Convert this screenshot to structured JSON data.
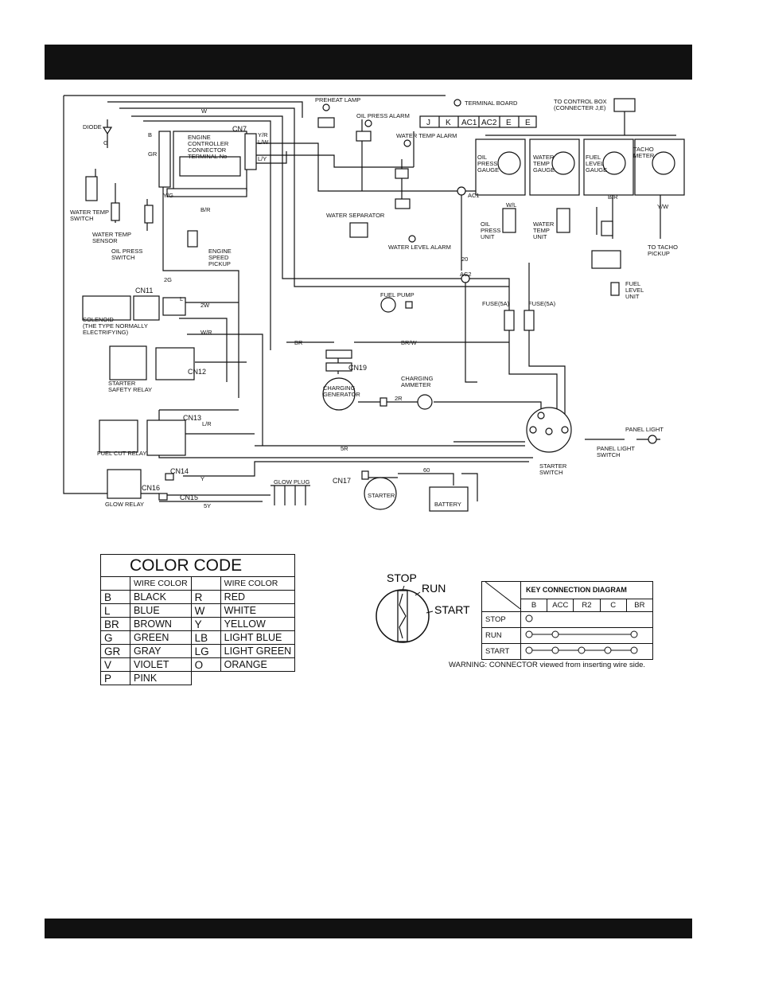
{
  "schematic": {
    "labels": {
      "diode": "DIODE",
      "water_temp_switch": "WATER TEMP\nSWITCH",
      "water_temp_sensor": "WATER TEMP\nSENSOR",
      "oil_press_switch": "OIL PRESS\nSWITCH",
      "engine_controller": "ENGINE\nCONTROLLER\nCONNECTOR\nTERMINAL No",
      "engine_speed_pickup": "ENGINE\nSPEED\nPICKUP",
      "preheat_lamp": "PREHEAT LAMP",
      "oil_press_alarm": "OIL PRESS ALARM",
      "water_temp_alarm": "WATER TEMP ALARM",
      "water_separator": "WATER SEPARATOR",
      "water_level_alarm": "WATER LEVEL ALARM",
      "terminal_board": "TERMINAL BOARD",
      "to_control_box": "TO CONTROL BOX\n(CONNECTER J,E)",
      "oil_press_gauge": "OIL\nPRESS\nGAUGE",
      "water_temp_gauge": "WATER\nTEMP\nGAUGE",
      "fuel_level_gauge": "FUEL\nLEVEL\nGAUGE",
      "tacho_meter": "TACHO\nMETER",
      "oil_press_unit": "OIL\nPRESS\nUNIT",
      "water_temp_unit": "WATER\nTEMP\nUNIT",
      "fuel_level_unit": "FUEL\nLEVEL\nUNIT",
      "to_tacho_pickup": "TO TACHO\nPICKUP",
      "solenoid": "SOLENOID\n(THE TYPE NORMALLY\nELECTRIFYING)",
      "fuel_pump": "FUEL PUMP",
      "fuse1": "FUSE(5A)",
      "fuse2": "FUSE(5A)",
      "starter_safety_relay": "STARTER\nSAFETY RELAY",
      "charging_generator": "CHARGING\nGENERATOR",
      "charging_ammeter": "CHARGING\nAMMETER",
      "fuel_cut_relay": "FUEL CUT RELAY",
      "glow_relay": "GLOW RELAY",
      "glow_plug": "GLOW PLUG",
      "starter": "STARTER",
      "battery": "BATTERY",
      "starter_switch": "STARTER\nSWITCH",
      "panel_light": "PANEL LIGHT",
      "panel_light_switch": "PANEL LIGHT\nSWITCH"
    },
    "terminals": [
      "J",
      "K",
      "AC1",
      "AC2",
      "E",
      "E"
    ],
    "connectors": [
      "CN7",
      "CN11",
      "CN12",
      "CN13",
      "CN14",
      "CN15",
      "CN16",
      "CN17",
      "CN19",
      "AC1",
      "AC2"
    ],
    "wire_tags": [
      "Y/R",
      "L/W",
      "L/Y",
      "B/R",
      "G",
      "W",
      "B",
      "Y/G",
      "W/L",
      "W/R",
      "L/R",
      "B/R",
      "BR",
      "BR/W",
      "2W",
      "2R",
      "5R",
      "5Y",
      "20",
      "2G",
      "60",
      "Y/W",
      "Y",
      "L",
      "GR"
    ]
  },
  "color_code": {
    "title": "COLOR CODE",
    "header": "WIRE COLOR",
    "left": [
      {
        "abbr": "B",
        "name": "BLACK"
      },
      {
        "abbr": "L",
        "name": "BLUE"
      },
      {
        "abbr": "BR",
        "name": "BROWN"
      },
      {
        "abbr": "G",
        "name": "GREEN"
      },
      {
        "abbr": "GR",
        "name": "GRAY"
      },
      {
        "abbr": "V",
        "name": "VIOLET"
      },
      {
        "abbr": "P",
        "name": "PINK"
      }
    ],
    "right": [
      {
        "abbr": "R",
        "name": "RED"
      },
      {
        "abbr": "W",
        "name": "WHITE"
      },
      {
        "abbr": "Y",
        "name": "YELLOW"
      },
      {
        "abbr": "LB",
        "name": "LIGHT BLUE"
      },
      {
        "abbr": "LG",
        "name": "LIGHT GREEN"
      },
      {
        "abbr": "O",
        "name": "ORANGE"
      }
    ]
  },
  "key_switch": {
    "positions": [
      "STOP",
      "RUN",
      "START"
    ]
  },
  "key_diagram": {
    "title": "KEY CONNECTION DIAGRAM",
    "columns": [
      "B",
      "ACC",
      "R2",
      "C",
      "BR"
    ],
    "rows": [
      {
        "label": "STOP",
        "connected": [
          true,
          false,
          false,
          false,
          false
        ]
      },
      {
        "label": "RUN",
        "connected": [
          true,
          true,
          false,
          false,
          true
        ]
      },
      {
        "label": "START",
        "connected": [
          true,
          true,
          true,
          true,
          true
        ]
      }
    ],
    "warning": "WARNING: CONNECTOR viewed from inserting wire side."
  }
}
